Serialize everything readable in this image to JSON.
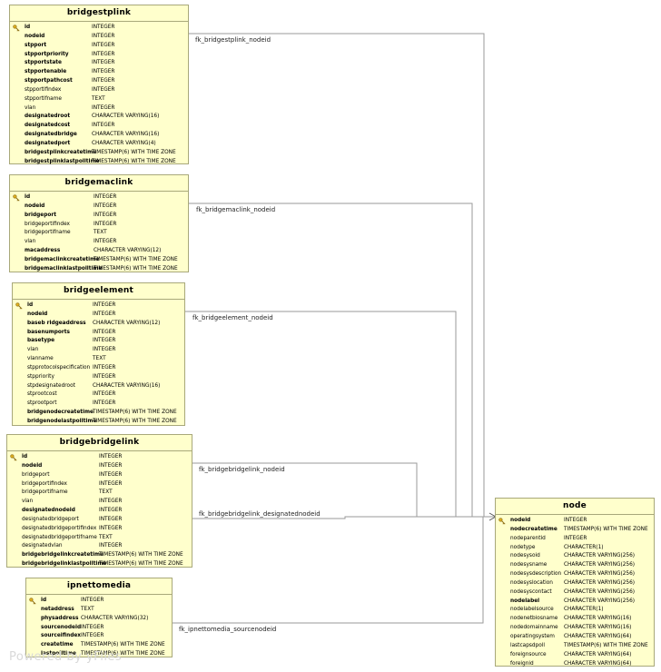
{
  "tables": [
    {
      "id": "bridgestplink",
      "title": "bridgestplink",
      "columns": [
        {
          "name": "id",
          "type": "INTEGER",
          "bold": true,
          "key": true
        },
        {
          "name": "nodeid",
          "type": "INTEGER",
          "bold": true
        },
        {
          "name": "stpport",
          "type": "INTEGER",
          "bold": true
        },
        {
          "name": "stpportpriority",
          "type": "INTEGER",
          "bold": true
        },
        {
          "name": "stpportstate",
          "type": "INTEGER",
          "bold": true
        },
        {
          "name": "stpportenable",
          "type": "INTEGER",
          "bold": true
        },
        {
          "name": "stpportpathcost",
          "type": "INTEGER",
          "bold": true
        },
        {
          "name": "stpportifindex",
          "type": "INTEGER",
          "bold": false
        },
        {
          "name": "stpportifname",
          "type": "TEXT",
          "bold": false
        },
        {
          "name": "vlan",
          "type": "INTEGER",
          "bold": false
        },
        {
          "name": "designatedroot",
          "type": "CHARACTER VARYING(16)",
          "bold": true
        },
        {
          "name": "designatedcost",
          "type": "INTEGER",
          "bold": true
        },
        {
          "name": "designatedbridge",
          "type": "CHARACTER VARYING(16)",
          "bold": true
        },
        {
          "name": "designatedport",
          "type": "CHARACTER VARYING(4)",
          "bold": true
        },
        {
          "name": "bridgestplinkcreatetime",
          "type": "TIMESTAMP(6) WITH TIME ZONE",
          "bold": true
        },
        {
          "name": "bridgestplinklastpolltime",
          "type": "TIMESTAMP(6) WITH TIME ZONE",
          "bold": true
        }
      ]
    },
    {
      "id": "bridgemaclink",
      "title": "bridgemaclink",
      "columns": [
        {
          "name": "id",
          "type": "INTEGER",
          "bold": true,
          "key": true
        },
        {
          "name": "nodeid",
          "type": "INTEGER",
          "bold": true
        },
        {
          "name": "bridgeport",
          "type": "INTEGER",
          "bold": true
        },
        {
          "name": "bridgeportifindex",
          "type": "INTEGER",
          "bold": false
        },
        {
          "name": "bridgeportifname",
          "type": "TEXT",
          "bold": false
        },
        {
          "name": "vlan",
          "type": "INTEGER",
          "bold": false
        },
        {
          "name": "macaddress",
          "type": "CHARACTER VARYING(12)",
          "bold": true
        },
        {
          "name": "bridgemaclinkcreatetime",
          "type": "TIMESTAMP(6) WITH TIME ZONE",
          "bold": true
        },
        {
          "name": "bridgemaclinklastpolltime",
          "type": "TIMESTAMP(6) WITH TIME ZONE",
          "bold": true
        }
      ]
    },
    {
      "id": "bridgeelement",
      "title": "bridgeelement",
      "columns": [
        {
          "name": "id",
          "type": "INTEGER",
          "bold": true,
          "key": true
        },
        {
          "name": "nodeid",
          "type": "INTEGER",
          "bold": true
        },
        {
          "name": "baseb ridgeaddress",
          "type": "CHARACTER VARYING(12)",
          "bold": true
        },
        {
          "name": "basenumports",
          "type": "INTEGER",
          "bold": true
        },
        {
          "name": "basetype",
          "type": "INTEGER",
          "bold": true
        },
        {
          "name": "vlan",
          "type": "INTEGER",
          "bold": false
        },
        {
          "name": "vlanname",
          "type": "TEXT",
          "bold": false
        },
        {
          "name": "stpprotocolspecification",
          "type": "INTEGER",
          "bold": false
        },
        {
          "name": "stppriority",
          "type": "INTEGER",
          "bold": false
        },
        {
          "name": "stpdesignatedroot",
          "type": "CHARACTER VARYING(16)",
          "bold": false
        },
        {
          "name": "stprootcost",
          "type": "INTEGER",
          "bold": false
        },
        {
          "name": "stprootport",
          "type": "INTEGER",
          "bold": false
        },
        {
          "name": "bridgenodecreatetime",
          "type": "TIMESTAMP(6) WITH TIME ZONE",
          "bold": true
        },
        {
          "name": "bridgenodelastpolltime",
          "type": "TIMESTAMP(6) WITH TIME ZONE",
          "bold": true
        }
      ]
    },
    {
      "id": "bridgebridgelink",
      "title": "bridgebridgelink",
      "columns": [
        {
          "name": "id",
          "type": "INTEGER",
          "bold": true,
          "key": true
        },
        {
          "name": "nodeid",
          "type": "INTEGER",
          "bold": true
        },
        {
          "name": "bridgeport",
          "type": "INTEGER",
          "bold": false
        },
        {
          "name": "bridgeportifindex",
          "type": "INTEGER",
          "bold": false
        },
        {
          "name": "bridgeportifname",
          "type": "TEXT",
          "bold": false
        },
        {
          "name": "vlan",
          "type": "INTEGER",
          "bold": false
        },
        {
          "name": "designatednodeid",
          "type": "INTEGER",
          "bold": true
        },
        {
          "name": "designatedbridgeport",
          "type": "INTEGER",
          "bold": false
        },
        {
          "name": "designatedbridgeportifindex",
          "type": "INTEGER",
          "bold": false
        },
        {
          "name": "designatedbridgeportifname",
          "type": "TEXT",
          "bold": false
        },
        {
          "name": "designatedvlan",
          "type": "INTEGER",
          "bold": false
        },
        {
          "name": "bridgebridgelinkcreatetime",
          "type": "TIMESTAMP(6) WITH TIME ZONE",
          "bold": true
        },
        {
          "name": "bridgebridgelinklastpolltime",
          "type": "TIMESTAMP(6) WITH TIME ZONE",
          "bold": true
        }
      ]
    },
    {
      "id": "ipnettomedia",
      "title": "ipnettomedia",
      "columns": [
        {
          "name": "id",
          "type": "INTEGER",
          "bold": true,
          "key": true
        },
        {
          "name": "netaddress",
          "type": "TEXT",
          "bold": true
        },
        {
          "name": "physaddress",
          "type": "CHARACTER VARYING(32)",
          "bold": true
        },
        {
          "name": "sourcenodeid",
          "type": "INTEGER",
          "bold": true
        },
        {
          "name": "sourceifindex",
          "type": "INTEGER",
          "bold": true
        },
        {
          "name": "createtime",
          "type": "TIMESTAMP(6) WITH TIME ZONE",
          "bold": true
        },
        {
          "name": "lastpolltime",
          "type": "TIMESTAMP(6) WITH TIME ZONE",
          "bold": true
        }
      ]
    },
    {
      "id": "node",
      "title": "node",
      "columns": [
        {
          "name": "nodeid",
          "type": "INTEGER",
          "bold": true,
          "key": true
        },
        {
          "name": "nodecreatetime",
          "type": "TIMESTAMP(6) WITH TIME ZONE",
          "bold": true
        },
        {
          "name": "nodeparentid",
          "type": "INTEGER",
          "bold": false
        },
        {
          "name": "nodetype",
          "type": "CHARACTER(1)",
          "bold": false
        },
        {
          "name": "nodesysoid",
          "type": "CHARACTER VARYING(256)",
          "bold": false
        },
        {
          "name": "nodesysname",
          "type": "CHARACTER VARYING(256)",
          "bold": false
        },
        {
          "name": "nodesysdescription",
          "type": "CHARACTER VARYING(256)",
          "bold": false
        },
        {
          "name": "nodesyslocation",
          "type": "CHARACTER VARYING(256)",
          "bold": false
        },
        {
          "name": "nodesyscontact",
          "type": "CHARACTER VARYING(256)",
          "bold": false
        },
        {
          "name": "nodelabel",
          "type": "CHARACTER VARYING(256)",
          "bold": true
        },
        {
          "name": "nodelabelsource",
          "type": "CHARACTER(1)",
          "bold": false
        },
        {
          "name": "nodenetbiosname",
          "type": "CHARACTER VARYING(16)",
          "bold": false
        },
        {
          "name": "nodedomainname",
          "type": "CHARACTER VARYING(16)",
          "bold": false
        },
        {
          "name": "operatingsystem",
          "type": "CHARACTER VARYING(64)",
          "bold": false
        },
        {
          "name": "lastcapsdpoll",
          "type": "TIMESTAMP(6) WITH TIME ZONE",
          "bold": false
        },
        {
          "name": "foreignsource",
          "type": "CHARACTER VARYING(64)",
          "bold": false
        },
        {
          "name": "foreignid",
          "type": "CHARACTER VARYING(64)",
          "bold": false
        }
      ]
    }
  ],
  "relations": [
    {
      "id": "fk1",
      "label": "fk_bridgestplink_nodeid"
    },
    {
      "id": "fk2",
      "label": "fk_bridgemaclink_nodeid"
    },
    {
      "id": "fk3",
      "label": "fk_bridgeelement_nodeid"
    },
    {
      "id": "fk4",
      "label": "fk_bridgebridgelink_nodeid"
    },
    {
      "id": "fk5",
      "label": "fk_bridgebridgelink_designatednodeid"
    },
    {
      "id": "fk6",
      "label": "fk_ipnettomedia_sourcenodeid"
    }
  ],
  "watermark": "Powered by yFiles"
}
